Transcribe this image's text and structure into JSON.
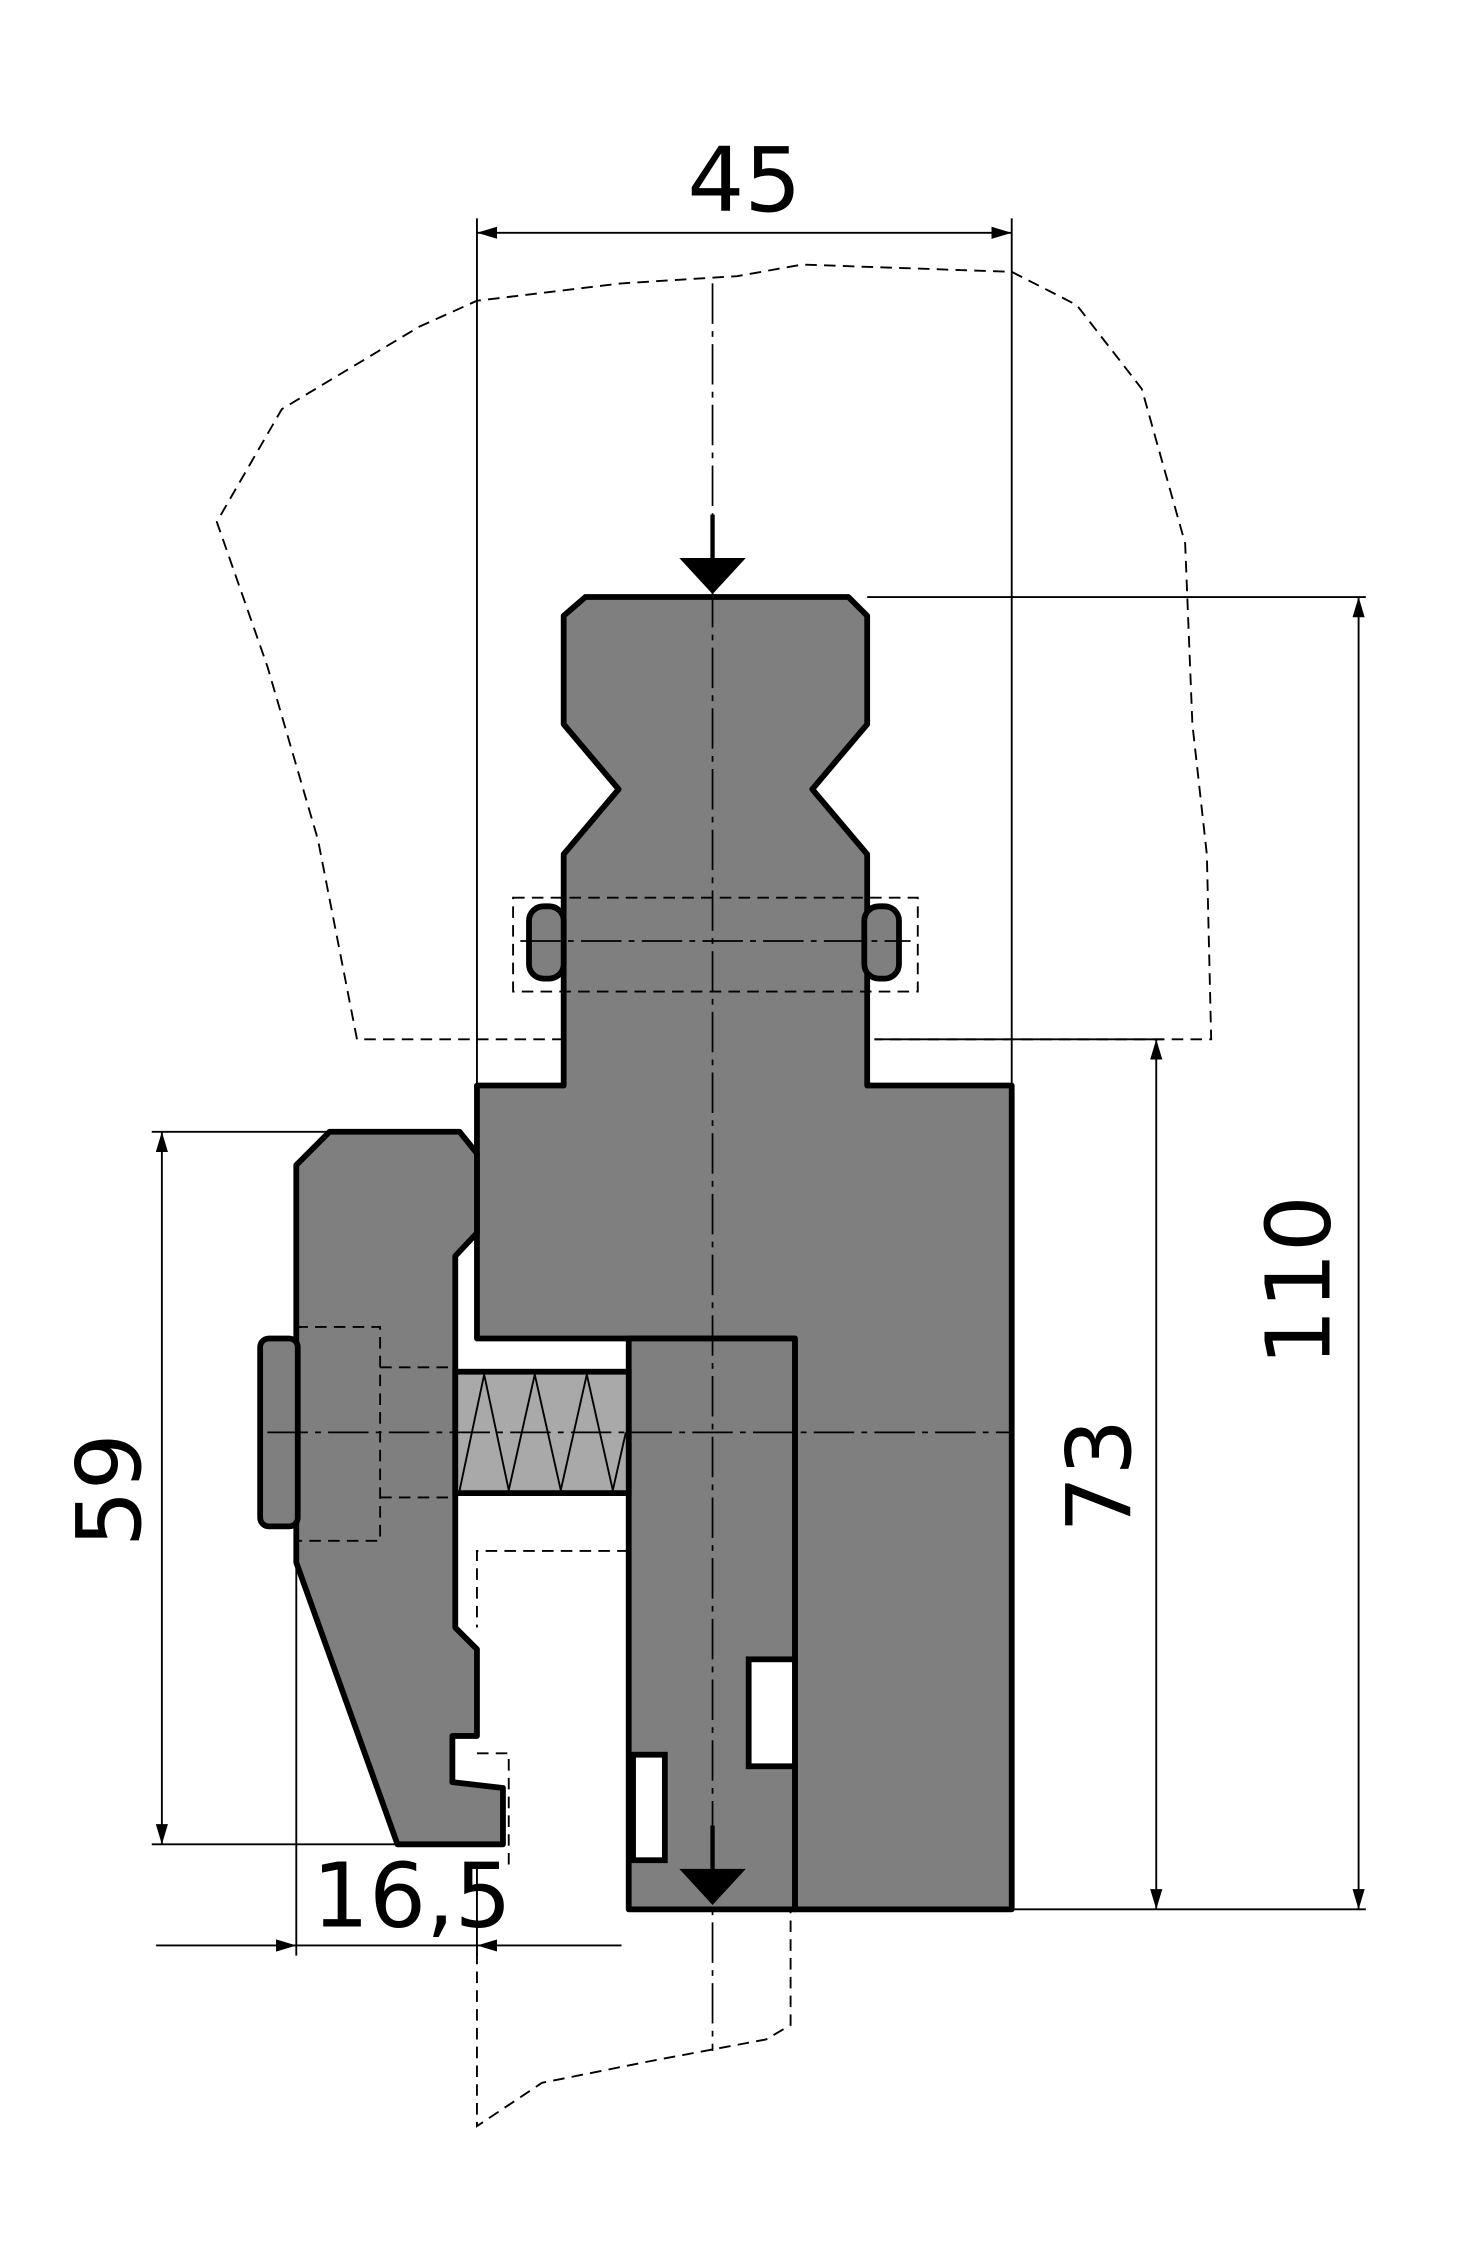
{
  "drawing": {
    "dimensions": {
      "width_top": "45",
      "total_height": "110",
      "lower_height": "73",
      "clamp_height": "59",
      "clamp_offset": "16,5"
    },
    "colors": {
      "part_fill": "#7f7f7f",
      "spring_fill": "#a9a9a9",
      "line": "#000000"
    }
  }
}
